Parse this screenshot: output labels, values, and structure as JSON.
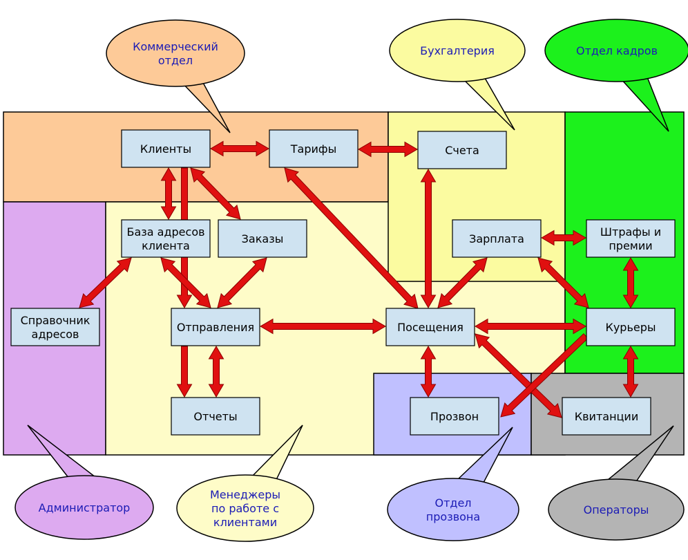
{
  "colors": {
    "commercial": "#fdca98",
    "managers": "#fefcc8",
    "accounting": "#fbfba0",
    "hr": "#1cf11c",
    "admin": "#ddaaf0",
    "calling": "#c0c0ff",
    "operators": "#b4b4b4",
    "node_fill": "#cfe3f1",
    "arrow": "#e01010",
    "callout_text": "#1b1bb5"
  },
  "departments": {
    "commercial": "Коммерческий\nотдел",
    "accounting": "Бухгалтерия",
    "hr": "Отдел кадров",
    "admin": "Администратор",
    "managers": "Менеджеры\nпо работе с\nклиентами",
    "calling": "Отдел\nпрозвона",
    "operators": "Операторы"
  },
  "nodes": {
    "clients": "Клиенты",
    "tariffs": "Тарифы",
    "accounts": "Счета",
    "address_db": "База адресов\nклиента",
    "orders": "Заказы",
    "salary": "Зарплата",
    "fines": "Штрафы и\nпремии",
    "address_ref": "Справочник\nадресов",
    "shipments": "Отправления",
    "visits": "Посещения",
    "couriers": "Курьеры",
    "reports": "Отчеты",
    "calling": "Прозвон",
    "receipts": "Квитанции"
  }
}
